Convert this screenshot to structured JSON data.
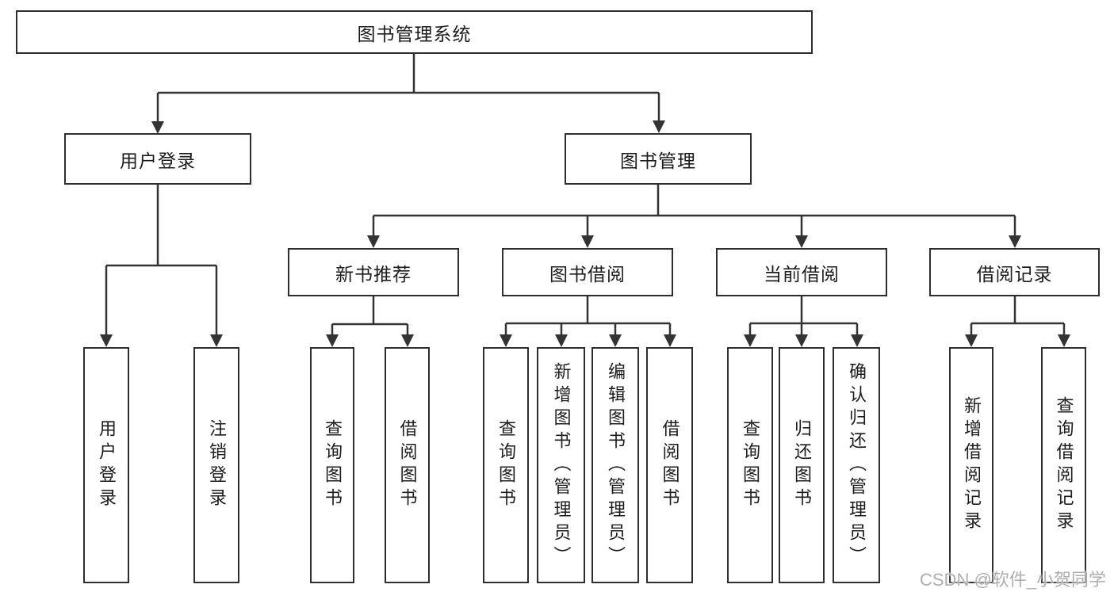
{
  "diagram_type": "tree",
  "tree": {
    "root": {
      "label": "图书管理系统",
      "children": [
        {
          "label": "用户登录",
          "children": [
            {
              "label": "用户登录"
            },
            {
              "label": "注销登录"
            }
          ]
        },
        {
          "label": "图书管理",
          "children": [
            {
              "label": "新书推荐",
              "children": [
                {
                  "label": "查询图书"
                },
                {
                  "label": "借阅图书"
                }
              ]
            },
            {
              "label": "图书借阅",
              "children": [
                {
                  "label": "查询图书"
                },
                {
                  "label": "新增图书（管理员）"
                },
                {
                  "label": "编辑图书（管理员）"
                },
                {
                  "label": "借阅图书"
                }
              ]
            },
            {
              "label": "当前借阅",
              "children": [
                {
                  "label": "查询图书"
                },
                {
                  "label": "归还图书"
                },
                {
                  "label": "确认归还（管理员）"
                }
              ]
            },
            {
              "label": "借阅记录",
              "children": [
                {
                  "label": "新增借阅记录"
                },
                {
                  "label": "查询借阅记录"
                }
              ]
            }
          ]
        }
      ]
    }
  },
  "watermark": {
    "text": "CSDN @软件_小贺同学"
  },
  "colors": {
    "line": "#333333",
    "box_border": "#2e2e2e",
    "text": "#1c1c1c",
    "watermark": "#aeaeae",
    "background": "#ffffff"
  }
}
